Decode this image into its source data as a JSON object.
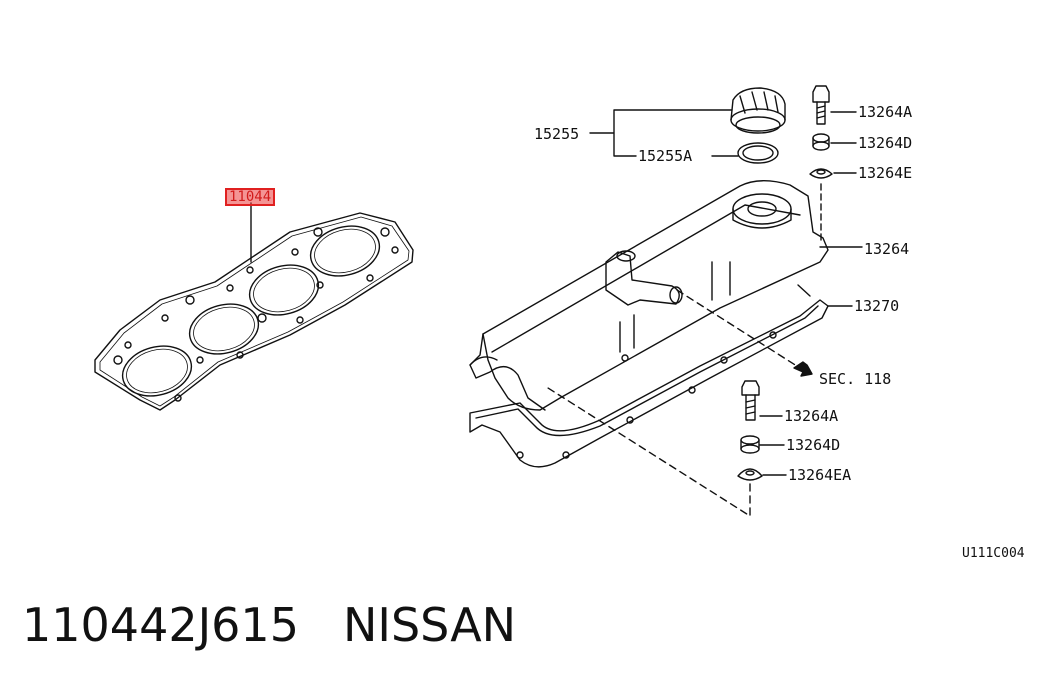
{
  "labels": {
    "head_gasket": "11044",
    "oil_cap": "15255",
    "oil_cap_seal": "15255A",
    "bolt_top": "13264A",
    "washer_top_d": "13264D",
    "washer_top_e": "13264E",
    "rocker_cover": "13264",
    "cover_gasket": "13270",
    "section_ref": "SEC. 118",
    "bolt_bottom": "13264A",
    "washer_bottom_d": "13264D",
    "washer_bottom_ea": "13264EA"
  },
  "figure_code": "U111C004",
  "footer": {
    "part_number": "110442J615",
    "brand": "NISSAN"
  }
}
